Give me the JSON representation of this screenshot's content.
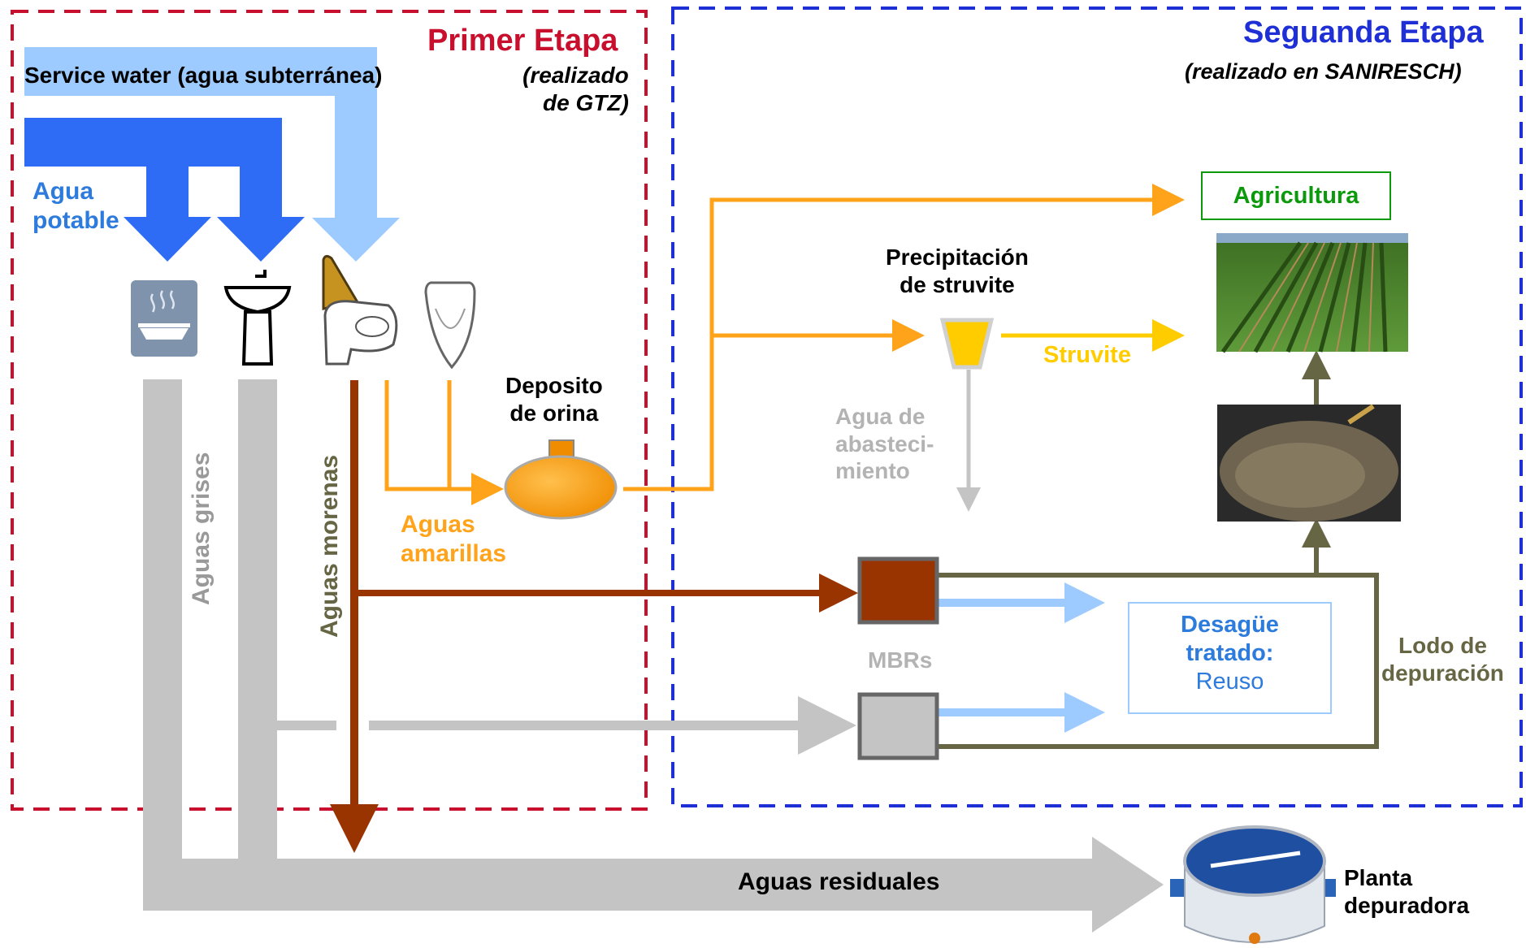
{
  "stage1": {
    "title": "Primer Etapa",
    "subtitle_line1": "(realizado",
    "subtitle_line2": "de GTZ)"
  },
  "stage2": {
    "title": "Seguanda Etapa",
    "subtitle": "(realizado en SANIRESCH)"
  },
  "labels": {
    "service_water": "Service water (agua subterránea)",
    "agua_potable_line1": "Agua",
    "agua_potable_line2": "potable",
    "aguas_grises": "Aguas grises",
    "aguas_morenas": "Aguas morenas",
    "aguas_amarillas_line1": "Aguas",
    "aguas_amarillas_line2": "amarillas",
    "deposito_line1": "Deposito",
    "deposito_line2": "de orina",
    "precipitacion_line1": "Precipitación",
    "precipitacion_line2": "de struvite",
    "struvite": "Struvite",
    "agua_abast_line1": "Agua de",
    "agua_abast_line2": "abasteci-",
    "agua_abast_line3": "miento",
    "agricultura": "Agricultura",
    "mbrs": "MBRs",
    "desague_line1": "Desagüe",
    "desague_line2": "tratado:",
    "desague_line3": "Reuso",
    "lodo_line1": "Lodo de",
    "lodo_line2": "depuración",
    "aguas_residuales": "Aguas residuales",
    "planta_line1": "Planta",
    "planta_line2": "depuradora"
  },
  "icons": {
    "kitchen": "kitchen-sink-icon",
    "washbasin": "washbasin-icon",
    "toilet": "urine-diverting-toilet-icon",
    "urinal": "urinal-icon",
    "tank": "urine-tank-icon",
    "funnel": "struvite-funnel-icon",
    "field": "agriculture-field-photo",
    "sludge": "sludge-photo",
    "plant": "treatment-plant-icon"
  },
  "colors": {
    "stage1_border": "#c8102e",
    "stage2_border": "#1f2fd6",
    "potable_water": "#2f6cf5",
    "service_water": "#9ecbff",
    "grey_water": "#c4c4c4",
    "brown_water": "#993300",
    "yellow_water": "#ffa31a",
    "struvite": "#ffcc00",
    "sludge_line": "#666644",
    "treated_water": "#9ecbff",
    "agricultura_text": "#0c9a0c",
    "desague_text": "#2d7bdc"
  }
}
